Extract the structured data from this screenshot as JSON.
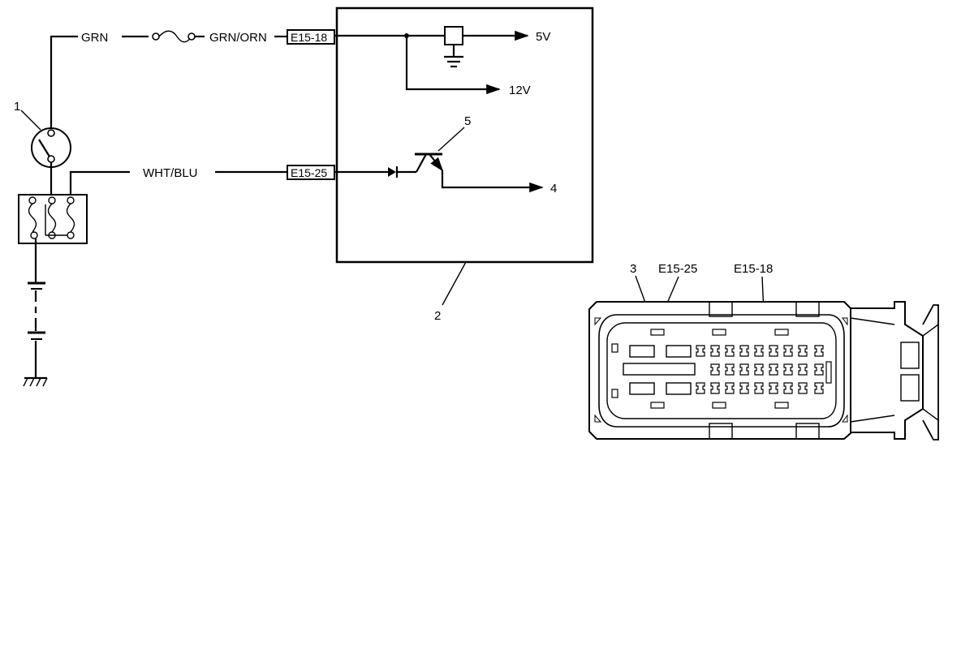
{
  "wires": {
    "grn": "GRN",
    "grn_orn": "GRN/ORN",
    "wht_blu": "WHT/BLU"
  },
  "connectors": {
    "pin_a": "E15-18",
    "pin_b": "E15-25"
  },
  "outputs": {
    "v5": "5V",
    "v12": "12V",
    "out4": "4"
  },
  "callouts": {
    "c1": "1",
    "c2": "2",
    "c3": "3",
    "c4": "4",
    "c5": "5"
  },
  "connector_view": {
    "pin_label_left": "E15-25",
    "pin_label_right": "E15-18"
  }
}
